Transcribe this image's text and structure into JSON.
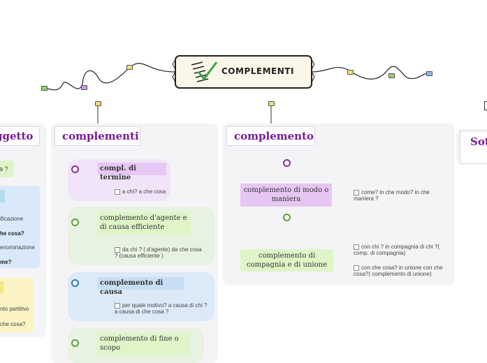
{
  "central": {
    "title": "COMPLEMENTI"
  },
  "panels": {
    "left": {
      "title": "ggetto",
      "items": [
        "a ?",
        "ificazione",
        "he cosa?",
        "enominazione",
        "me?",
        "nto partitivo",
        "che cosa?"
      ]
    },
    "complementi": {
      "title": "complementi",
      "items": [
        {
          "node": "compl. di termine",
          "detail": "a chi? a che cosa"
        },
        {
          "node": "complemento d'agente e di causa efficiente",
          "detail": "da chi ? ( d'agente) da che cosa ? (causa efficiente )"
        },
        {
          "node": "complemento di causa",
          "detail": "per quale motivo? a causa di chi ? a causa di che cosa ?"
        },
        {
          "node": "complemento di fine o scopo",
          "detail": ""
        }
      ]
    },
    "complemento": {
      "title": "complemento",
      "nodes": [
        {
          "node": "complemento di modo o maniera",
          "details": [
            "come? in che modo? in che maniera ?"
          ]
        },
        {
          "node": "complemento di compagnia e di unione",
          "details": [
            "con chi ? in compagnia di chi ?( comp. di compagnia)",
            "con che cosa? in unione con che cosa?( complemento di unione)"
          ]
        }
      ]
    },
    "right": {
      "title": "Sot"
    }
  },
  "colors": {
    "purple": "#7a1a96",
    "pink": "#e6c6f3",
    "green": "#dff5c8",
    "blue": "#d6e8f8",
    "yellow": "#fbf3c4"
  }
}
